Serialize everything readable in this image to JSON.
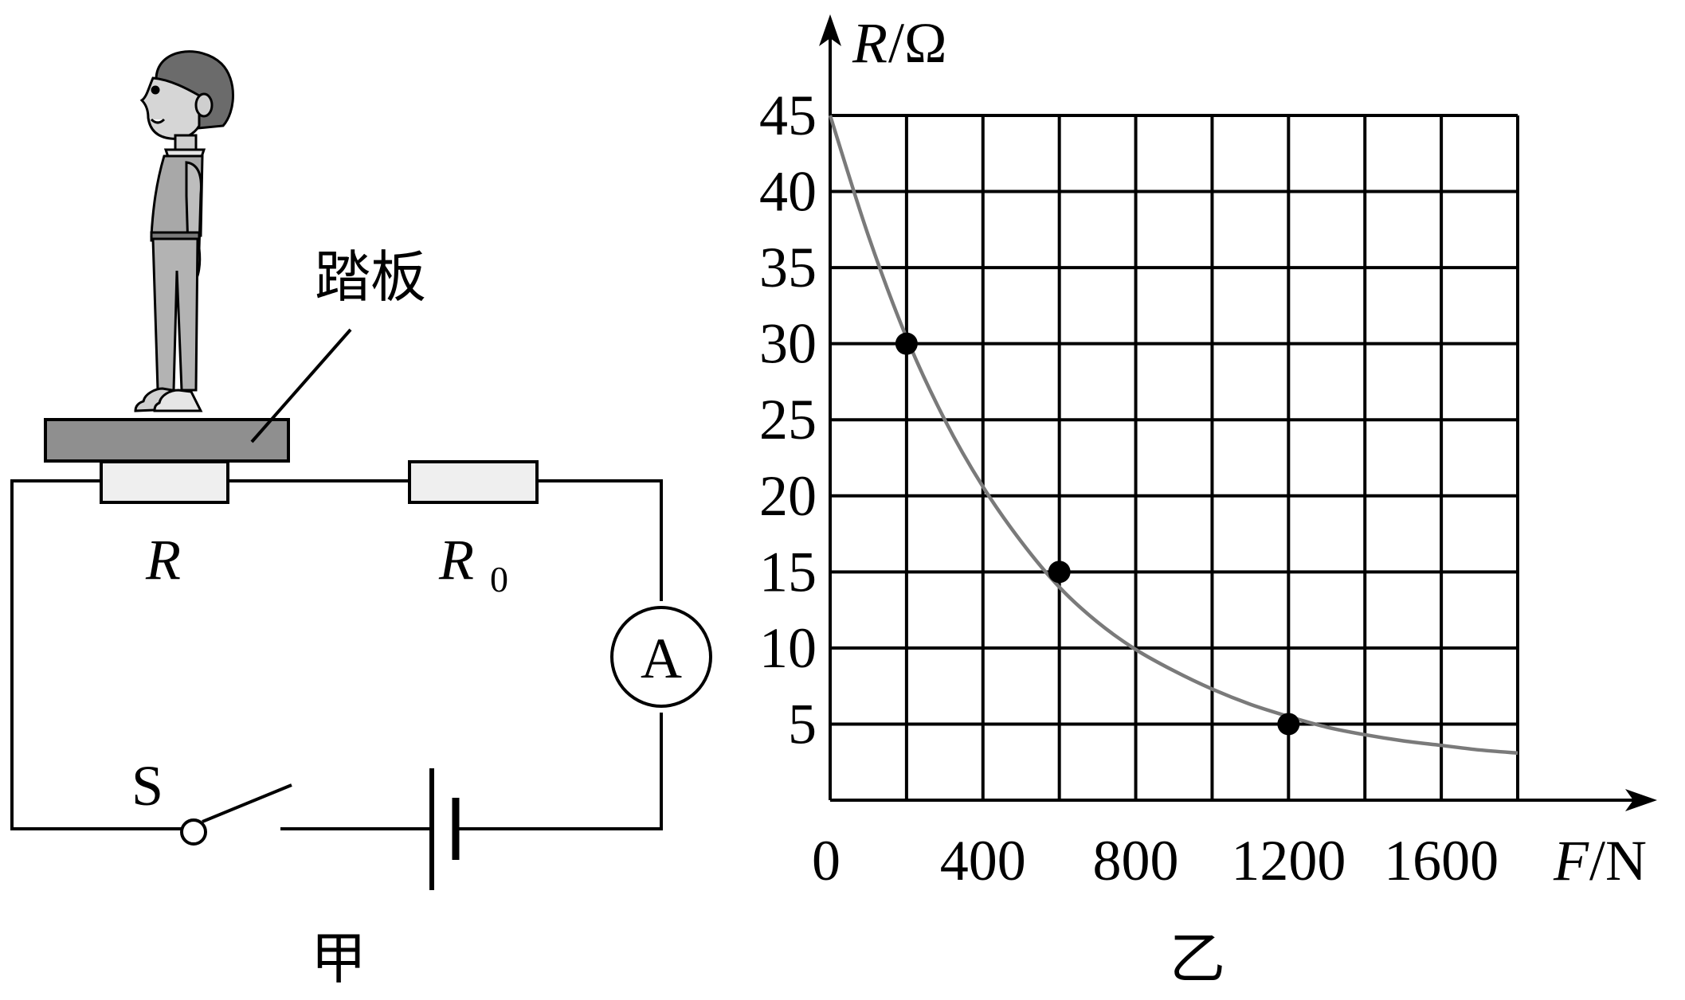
{
  "figure_a": {
    "caption": "甲",
    "pedal_label": "踏板",
    "sensor_label": "R",
    "resistor_label": "R",
    "resistor_subscript": "0",
    "ammeter_label": "A",
    "switch_label": "S"
  },
  "figure_b": {
    "caption": "乙"
  },
  "chart_data": {
    "type": "line",
    "ylabel_var": "R",
    "ylabel_unit": "/Ω",
    "xlabel_var": "F",
    "xlabel_unit": "/N",
    "origin_label": "0",
    "xlim": [
      0,
      1800
    ],
    "ylim": [
      0,
      45
    ],
    "x_ticks": [
      400,
      800,
      1200,
      1600
    ],
    "y_ticks": [
      5,
      10,
      15,
      20,
      25,
      30,
      35,
      40,
      45
    ],
    "x_grid_step": 200,
    "y_grid_step": 5,
    "grid": true,
    "series": [
      {
        "x": [
          0,
          100,
          200,
          300,
          400,
          500,
          600,
          700,
          800,
          900,
          1000,
          1100,
          1200,
          1300,
          1400,
          1500,
          1600,
          1700,
          1800
        ],
        "values": [
          45,
          37.1,
          30.4,
          25.0,
          20.6,
          17.0,
          14.0,
          11.7,
          9.9,
          8.5,
          7.3,
          6.3,
          5.5,
          4.8,
          4.3,
          3.9,
          3.6,
          3.3,
          3.1
        ]
      }
    ],
    "points": [
      {
        "x": 200,
        "y": 30
      },
      {
        "x": 600,
        "y": 15
      },
      {
        "x": 1200,
        "y": 5
      }
    ]
  }
}
